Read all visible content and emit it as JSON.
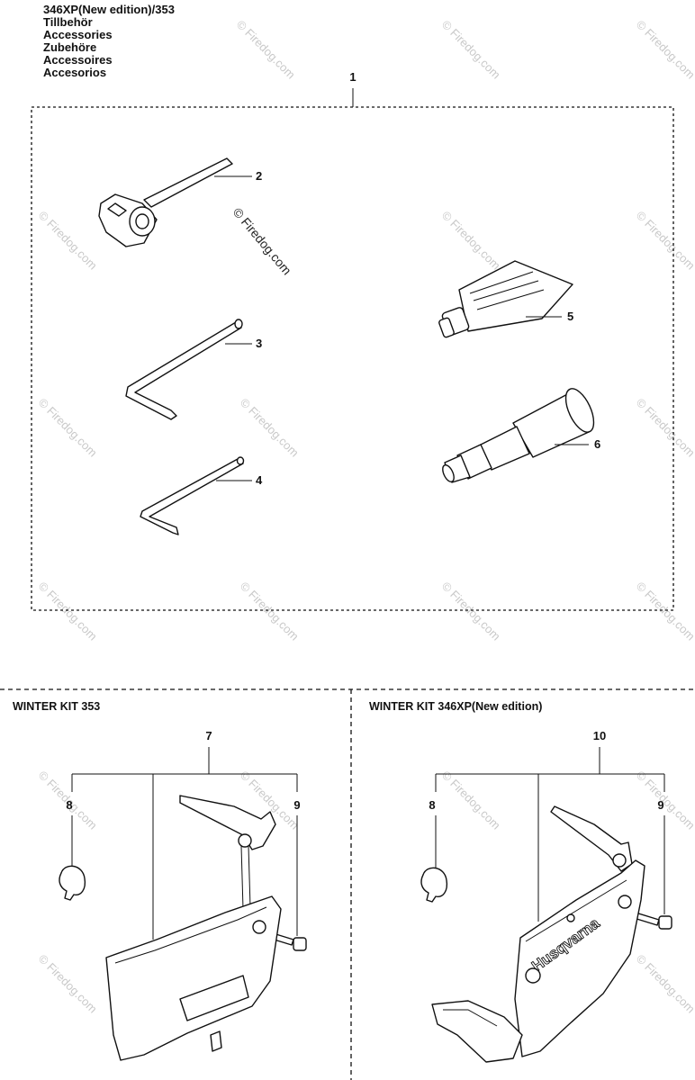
{
  "header": {
    "lines": [
      "346XP(New edition)/353",
      "Tillbehör",
      "Accessories",
      "Zubehöre",
      "Accessoires",
      "Accesorios"
    ]
  },
  "callouts": {
    "c1": "1",
    "c2": "2",
    "c3": "3",
    "c4": "4",
    "c5": "5",
    "c6": "6",
    "c7": "7",
    "c8a": "8",
    "c9a": "9",
    "c10": "10",
    "c8b": "8",
    "c9b": "9"
  },
  "kits": {
    "left_title": "WINTER KIT 353",
    "right_title": "WINTER KIT 346XP(New edition)"
  },
  "watermark": {
    "text": "© Firedog.com"
  },
  "brand": {
    "logo_text": "Husqvarna"
  }
}
